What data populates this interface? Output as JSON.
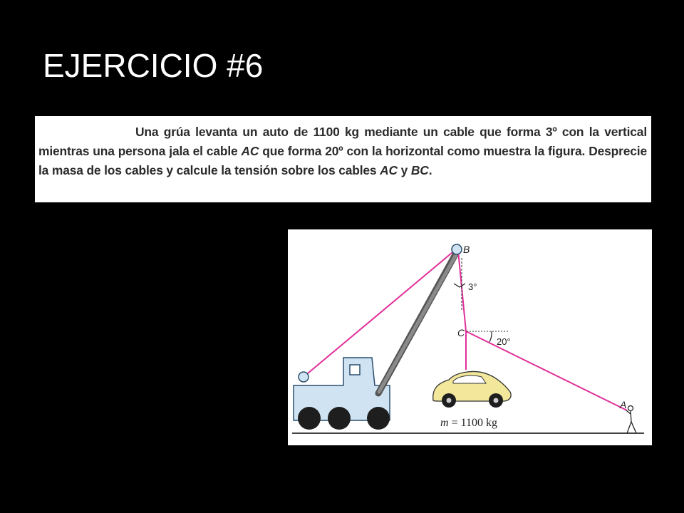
{
  "slide": {
    "title": "EJERCICIO #6"
  },
  "problem": {
    "part1": "Una grúa levanta un auto de 1100 kg mediante un cable que forma 3º con la vertical mientras una persona jala el cable ",
    "ac1": "AC",
    "part2": " que forma 20º con la horizontal como muestra la figura. Desprecie la masa de los cables y calcule la tensión sobre los cables ",
    "ac2": "AC",
    "part3": " y ",
    "bc": "BC",
    "part4": "."
  },
  "figure": {
    "labels": {
      "b": "B",
      "c": "C",
      "a": "A"
    },
    "angle_vertical": "3°",
    "angle_horizontal": "20°",
    "mass_m": "m",
    "mass_value": " = 1100 kg"
  },
  "colors": {
    "cable": "#e0309a",
    "truck_body": "#cfe3f2",
    "truck_outline": "#2b4f6e",
    "boom": "#7a7a7a",
    "car_body": "#f2e79a",
    "wheels": "#1e1e1e"
  }
}
